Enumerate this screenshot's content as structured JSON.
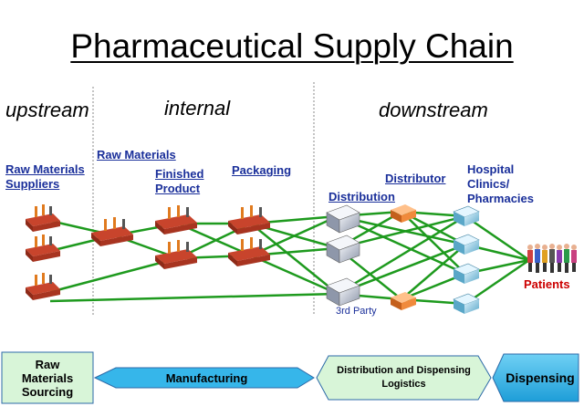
{
  "title": "Pharmaceutical Supply Chain",
  "sections": {
    "upstream": "upstream",
    "internal": "internal",
    "downstream": "downstream"
  },
  "labels": {
    "raw_suppliers_1": "Raw Materials",
    "raw_suppliers_2": "Suppliers",
    "raw_materials": "Raw Materials",
    "finished_1": "Finished",
    "finished_2": "Product",
    "packaging": "Packaging",
    "distribution": "Distribution",
    "distributor": "Distributor",
    "hospital_1": "Hospital",
    "hospital_2": "Clinics/",
    "hospital_3": "Pharmacies",
    "third_party": "3rd Party",
    "patients": "Patients"
  },
  "stages": {
    "raw_sourcing_1": "Raw",
    "raw_sourcing_2": "Materials",
    "raw_sourcing_3": "Sourcing",
    "manufacturing": "Manufacturing",
    "distribution_1": "Distribution and Dispensing",
    "distribution_2": "Logistics",
    "dispensing": "Dispensing"
  },
  "colors": {
    "link": "#1e9a1e",
    "label": "#1a2f9a",
    "stage_green": "#d8f5d8",
    "stage_blue": "#36b6ea",
    "factory": "#c8442c",
    "distributor": "#f08a3c",
    "patients": "#cc0000"
  }
}
